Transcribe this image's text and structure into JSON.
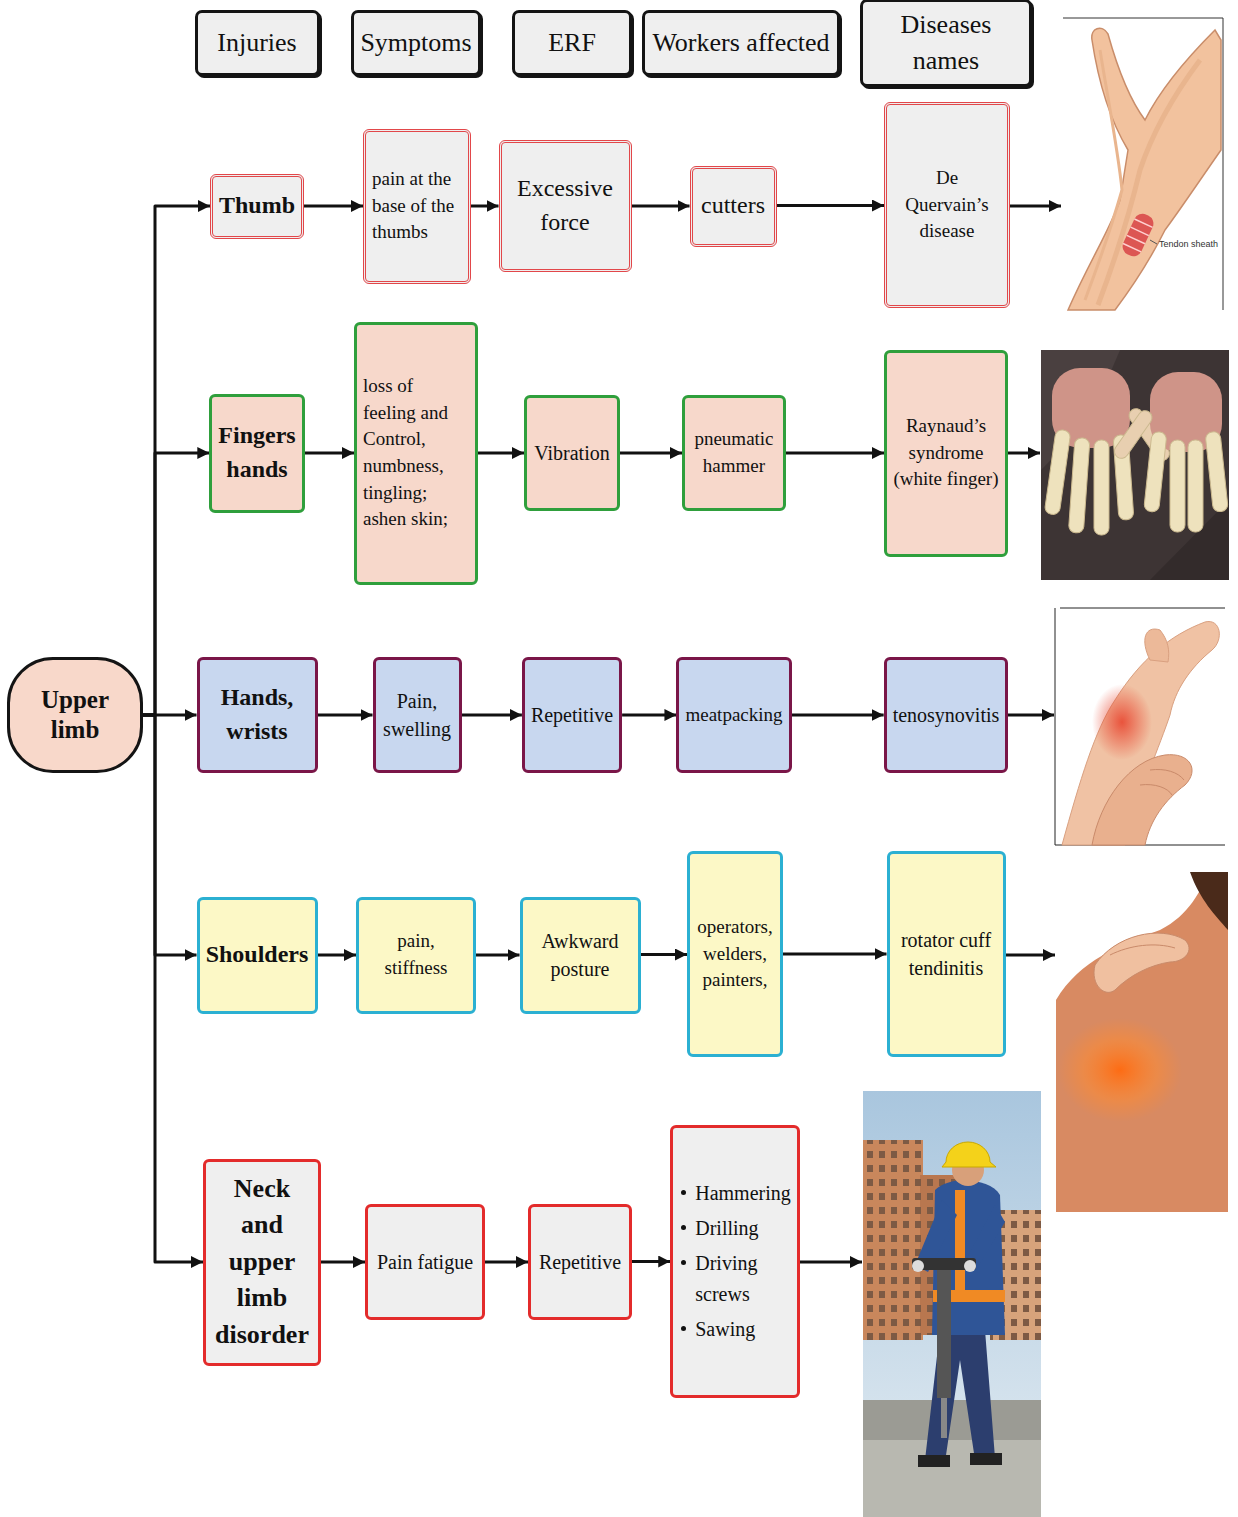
{
  "diagram": {
    "nodes": [
      {
        "text": [
          "Injuries"
        ]
      },
      {
        "text": [
          "Symptoms"
        ]
      },
      {
        "text": [
          "ERF"
        ]
      },
      {
        "text": [
          "Workers affected"
        ]
      },
      {
        "text": [
          "Diseases names"
        ]
      },
      {
        "text": [
          "Upper limb"
        ]
      },
      {
        "text": [
          "Thumb"
        ]
      },
      {
        "text": [
          "pain at the base of the thumbs"
        ]
      },
      {
        "text": [
          "Excessive force"
        ]
      },
      {
        "text": [
          "cutters"
        ]
      },
      {
        "text": [
          "De Quervain’s disease"
        ]
      },
      {
        "text": [
          "Fingers hands"
        ]
      },
      {
        "text": [
          "loss of feeling and Control, numbness, tingling; ashen skin;"
        ]
      },
      {
        "text": [
          "Vibration"
        ]
      },
      {
        "text": [
          "pneumatic hammer"
        ]
      },
      {
        "text": [
          "Raynaud’s syndrome (white finger)"
        ]
      },
      {
        "text": [
          "Hands, wrists"
        ]
      },
      {
        "text": [
          "Pain, swelling"
        ]
      },
      {
        "text": [
          "Repetitive"
        ]
      },
      {
        "text": [
          "meatpacking"
        ]
      },
      {
        "text": [
          "tenosynovitis"
        ]
      },
      {
        "text": [
          "Shoulders"
        ]
      },
      {
        "text": [
          "pain, stiffness"
        ]
      },
      {
        "text": [
          "Awkward posture"
        ]
      },
      {
        "text": [
          "operators, welders, painters,"
        ]
      },
      {
        "text": [
          "rotator cuff tendinitis"
        ]
      },
      {
        "text": [
          "Neck and upper limb disorder"
        ]
      },
      {
        "text": [
          "Pain fatigue"
        ]
      },
      {
        "text": [
          "Repetitive"
        ]
      },
      {
        "text": [
          "Hammering",
          "Drilling",
          "Driving screws",
          "Sawing"
        ]
      }
    ],
    "edges": [
      {
        "from": 5,
        "to": 6,
        "arrow": "to"
      },
      {
        "from": 5,
        "to": 11,
        "arrow": "to"
      },
      {
        "from": 5,
        "to": 16,
        "arrow": "to"
      },
      {
        "from": 5,
        "to": 21,
        "arrow": "to"
      },
      {
        "from": 5,
        "to": 26,
        "arrow": "to"
      },
      {
        "from": 6,
        "to": 7,
        "arrow": "to"
      },
      {
        "from": 7,
        "to": 8,
        "arrow": "to"
      },
      {
        "from": 8,
        "to": 9,
        "arrow": "to"
      },
      {
        "from": 9,
        "to": 10,
        "arrow": "to"
      },
      {
        "from": 11,
        "to": 12,
        "arrow": "to"
      },
      {
        "from": 12,
        "to": 13,
        "arrow": "to"
      },
      {
        "from": 13,
        "to": 14,
        "arrow": "to"
      },
      {
        "from": 14,
        "to": 15,
        "arrow": "to"
      },
      {
        "from": 16,
        "to": 17,
        "arrow": "to"
      },
      {
        "from": 17,
        "to": 18,
        "arrow": "to"
      },
      {
        "from": 18,
        "to": 19,
        "arrow": "to"
      },
      {
        "from": 19,
        "to": 20,
        "arrow": "to"
      },
      {
        "from": 21,
        "to": 22,
        "arrow": "to"
      },
      {
        "from": 22,
        "to": 23,
        "arrow": "to"
      },
      {
        "from": 23,
        "to": 24,
        "arrow": "to"
      },
      {
        "from": 24,
        "to": 25,
        "arrow": "to"
      },
      {
        "from": 26,
        "to": 27,
        "arrow": "to"
      },
      {
        "from": 27,
        "to": 28,
        "arrow": "to"
      },
      {
        "from": 28,
        "to": 29,
        "arrow": "to"
      }
    ],
    "labels": [
      "Tendon sheath"
    ]
  }
}
